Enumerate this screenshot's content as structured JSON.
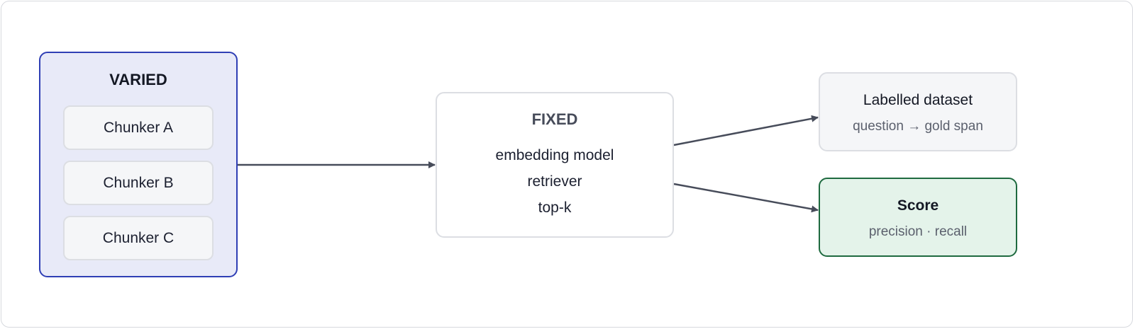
{
  "varied": {
    "title": "VARIED",
    "chunkers": [
      "Chunker A",
      "Chunker B",
      "Chunker C"
    ]
  },
  "fixed": {
    "title": "FIXED",
    "items": [
      "embedding model",
      "retriever",
      "top-k"
    ]
  },
  "dataset": {
    "title": "Labelled dataset",
    "subtitle": "question → gold span"
  },
  "score": {
    "title": "Score",
    "subtitle": "precision · recall"
  },
  "colors": {
    "varied_fill": "#e8eaf8",
    "varied_border": "#2f3fb5",
    "score_fill": "#e4f3ea",
    "score_border": "#1e6a3f",
    "arrow": "#474c5a"
  }
}
